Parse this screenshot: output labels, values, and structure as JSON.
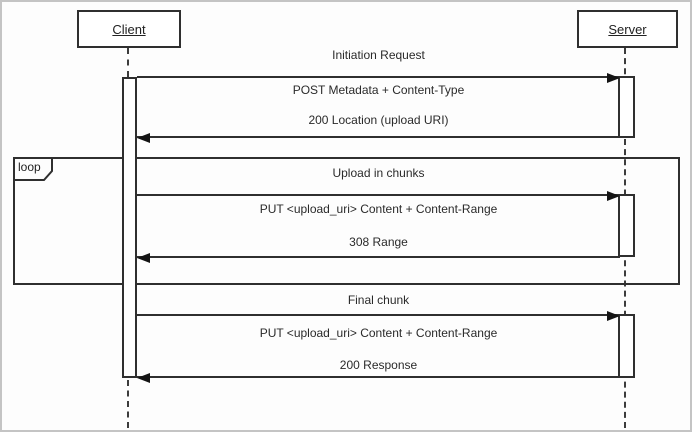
{
  "diagram": {
    "type": "uml-sequence-diagram",
    "actors": {
      "client": "Client",
      "server": "Server"
    },
    "loop_label": "loop",
    "sections": [
      {
        "title": "Initiation Request",
        "request": "POST Metadata + Content-Type",
        "response": "200 Location (upload URI)"
      },
      {
        "title": "Upload in chunks",
        "request": "PUT <upload_uri> Content + Content-Range",
        "response": "308 Range"
      },
      {
        "title": "Final chunk",
        "request": "PUT <upload_uri> Content + Content-Range",
        "response": "200 Response"
      }
    ],
    "colors": {
      "line": "#2f2f2f",
      "background": "#fdfdfd",
      "outer_border": "#c4c4c4",
      "text": "#2a2a2a"
    }
  }
}
